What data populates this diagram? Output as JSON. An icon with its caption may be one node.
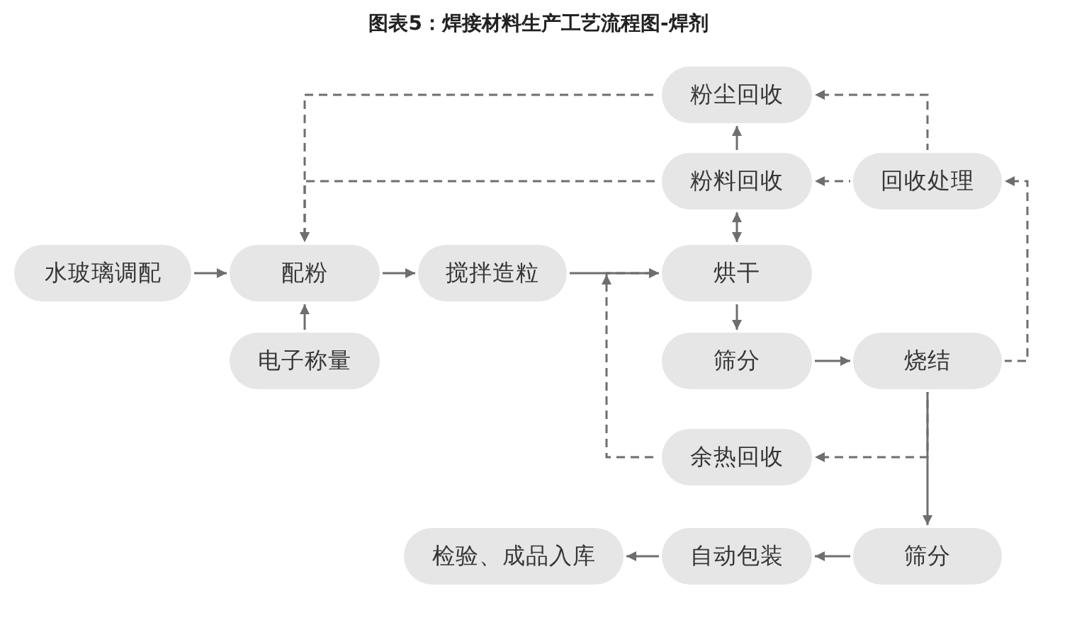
{
  "diagram": {
    "title": "图表5：焊接材料生产工艺流程图-焊剂",
    "nodes": [
      {
        "text": [
          "粉尘回收"
        ]
      },
      {
        "text": [
          "粉料回收"
        ]
      },
      {
        "text": [
          "回收处理"
        ]
      },
      {
        "text": [
          "水玻璃调配"
        ]
      },
      {
        "text": [
          "配粉"
        ]
      },
      {
        "text": [
          "搅拌造粒"
        ]
      },
      {
        "text": [
          "烘干"
        ]
      },
      {
        "text": [
          "电子称量"
        ]
      },
      {
        "text": [
          "筛分"
        ]
      },
      {
        "text": [
          "烧结"
        ]
      },
      {
        "text": [
          "余热回收"
        ]
      },
      {
        "text": [
          "检验、成品入库"
        ]
      },
      {
        "text": [
          "自动包装"
        ]
      },
      {
        "text": [
          "筛分"
        ]
      }
    ],
    "edges": [
      {
        "from": 3,
        "to": 4,
        "arrow": "to"
      },
      {
        "from": 4,
        "to": 5,
        "arrow": "to"
      },
      {
        "from": 5,
        "to": 6,
        "arrow": "to"
      },
      {
        "from": 7,
        "to": 4,
        "arrow": "to"
      },
      {
        "from": 0,
        "to": 4,
        "arrow": "to",
        "style": "dashed"
      },
      {
        "from": 1,
        "to": 4,
        "arrow": "to",
        "style": "dashed"
      },
      {
        "from": 1,
        "to": 0,
        "arrow": "to"
      },
      {
        "from": 2,
        "to": 0,
        "arrow": "to",
        "style": "dashed"
      },
      {
        "from": 2,
        "to": 1,
        "arrow": "to",
        "style": "dashed"
      },
      {
        "from": 1,
        "to": 6,
        "arrow": "both"
      },
      {
        "from": 6,
        "to": 8,
        "arrow": "to"
      },
      {
        "from": 8,
        "to": 9,
        "arrow": "to"
      },
      {
        "from": 9,
        "to": 2,
        "arrow": "to",
        "style": "dashed"
      },
      {
        "from": 9,
        "to": 10,
        "arrow": "to",
        "style": "dashed"
      },
      {
        "from": 10,
        "to": 6,
        "arrow": "to",
        "style": "dashed"
      },
      {
        "from": 9,
        "to": 13,
        "arrow": "to"
      },
      {
        "from": 13,
        "to": 12,
        "arrow": "to"
      },
      {
        "from": 12,
        "to": 11,
        "arrow": "to"
      }
    ]
  }
}
